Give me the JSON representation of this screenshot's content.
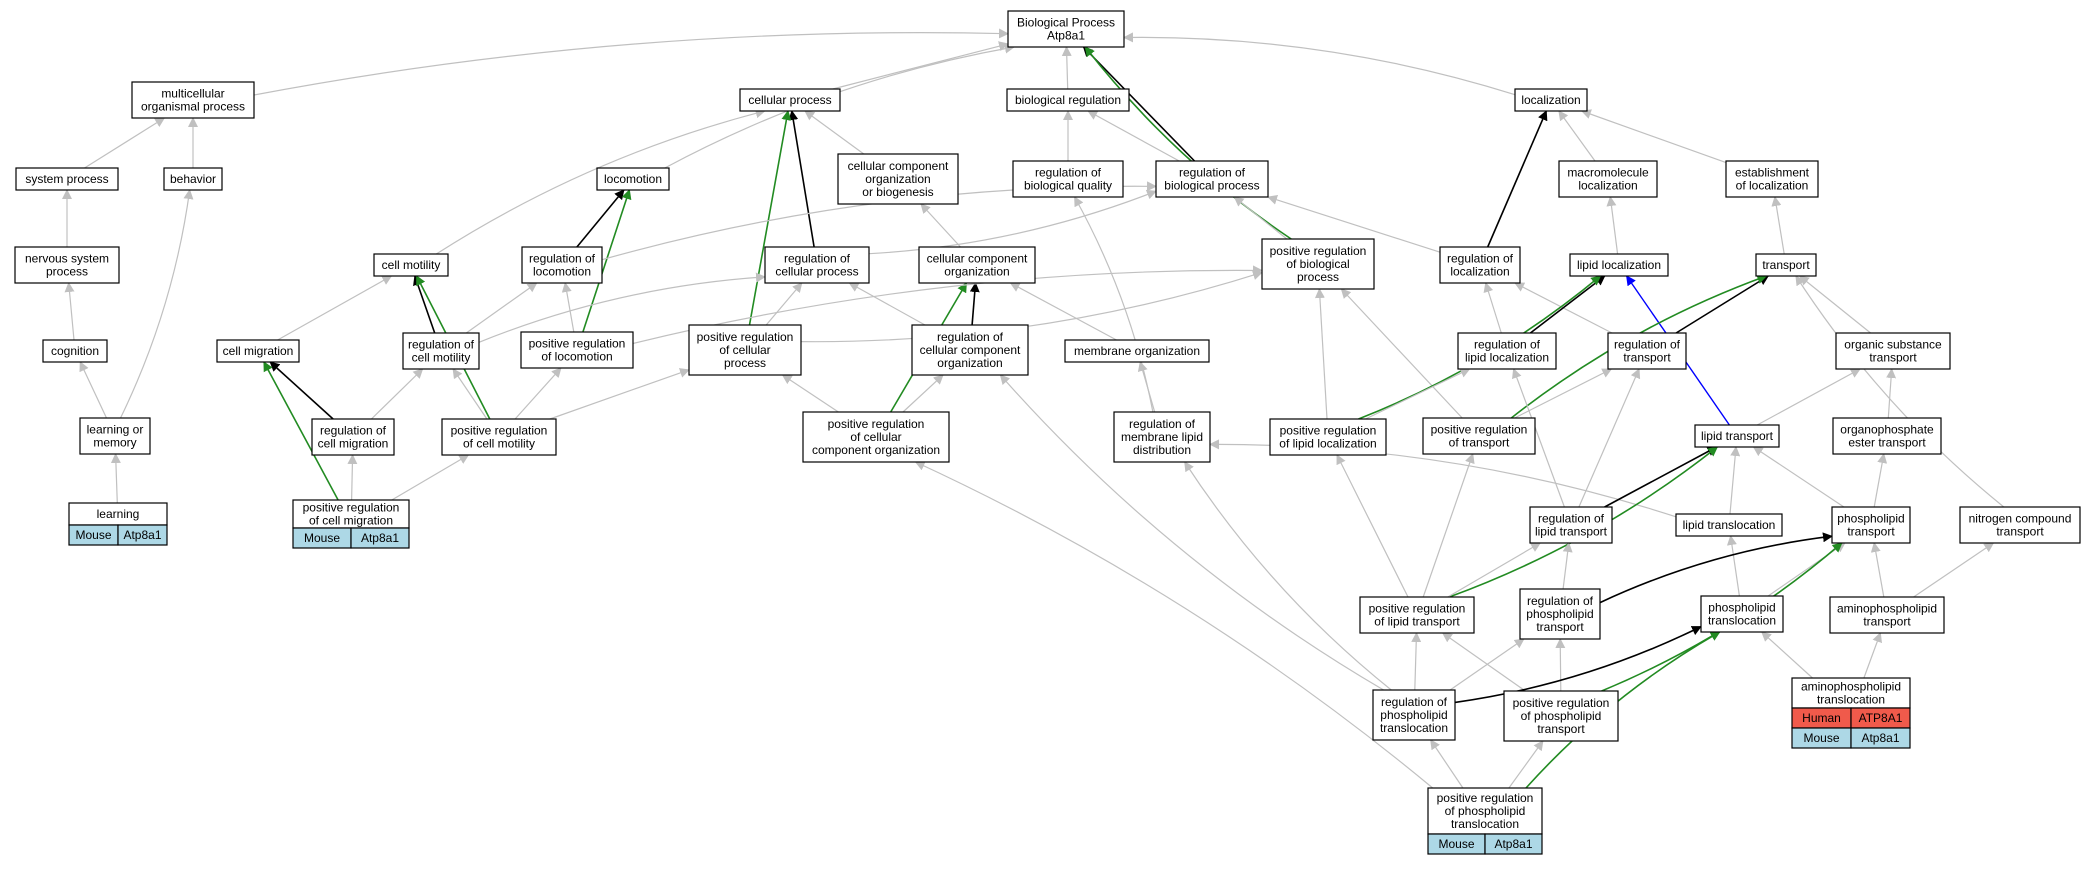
{
  "title": "Biological Process Atp8a1",
  "colors": {
    "gray_edge": "#c0c0c0",
    "black_edge": "#000000",
    "green_edge": "#228b22",
    "blue_edge": "#0000ff",
    "species_mouse": "#add8e6",
    "species_human": "#f05a4b",
    "node_border": "#000000",
    "node_fill": "#ffffff"
  },
  "nodes": [
    {
      "id": "root",
      "lines": [
        "Biological Process",
        "Atp8a1"
      ]
    },
    {
      "id": "multicellular",
      "lines": [
        "multicellular",
        "organismal process"
      ]
    },
    {
      "id": "cellular_process",
      "lines": [
        "cellular process"
      ]
    },
    {
      "id": "biological_regulation",
      "lines": [
        "biological regulation"
      ]
    },
    {
      "id": "localization",
      "lines": [
        "localization"
      ]
    },
    {
      "id": "system_process",
      "lines": [
        "system process"
      ]
    },
    {
      "id": "behavior",
      "lines": [
        "behavior"
      ]
    },
    {
      "id": "locomotion",
      "lines": [
        "locomotion"
      ]
    },
    {
      "id": "cc_org_biogenesis",
      "lines": [
        "cellular component",
        "organization",
        "or biogenesis"
      ]
    },
    {
      "id": "reg_bio_quality",
      "lines": [
        "regulation of",
        "biological quality"
      ]
    },
    {
      "id": "reg_bio_process",
      "lines": [
        "regulation of",
        "biological process"
      ]
    },
    {
      "id": "macromolecule_loc",
      "lines": [
        "macromolecule",
        "localization"
      ]
    },
    {
      "id": "establishment_loc",
      "lines": [
        "establishment",
        "of localization"
      ]
    },
    {
      "id": "nervous_system",
      "lines": [
        "nervous system",
        "process"
      ]
    },
    {
      "id": "cell_motility",
      "lines": [
        "cell motility"
      ]
    },
    {
      "id": "reg_locomotion",
      "lines": [
        "regulation of",
        "locomotion"
      ]
    },
    {
      "id": "reg_cellular_process",
      "lines": [
        "regulation of",
        "cellular process"
      ]
    },
    {
      "id": "cc_organization",
      "lines": [
        "cellular component",
        "organization"
      ]
    },
    {
      "id": "pos_reg_bio_process",
      "lines": [
        "positive regulation",
        "of biological",
        "process"
      ]
    },
    {
      "id": "reg_localization",
      "lines": [
        "regulation of",
        "localization"
      ]
    },
    {
      "id": "lipid_localization",
      "lines": [
        "lipid localization"
      ]
    },
    {
      "id": "transport",
      "lines": [
        "transport"
      ]
    },
    {
      "id": "cognition",
      "lines": [
        "cognition"
      ]
    },
    {
      "id": "cell_migration",
      "lines": [
        "cell migration"
      ]
    },
    {
      "id": "reg_cell_motility",
      "lines": [
        "regulation of",
        "cell motility"
      ]
    },
    {
      "id": "pos_reg_locomotion",
      "lines": [
        "positive regulation",
        "of locomotion"
      ]
    },
    {
      "id": "pos_reg_cellular_process",
      "lines": [
        "positive regulation",
        "of cellular",
        "process"
      ]
    },
    {
      "id": "reg_cc_organization",
      "lines": [
        "regulation of",
        "cellular component",
        "organization"
      ]
    },
    {
      "id": "membrane_organization",
      "lines": [
        "membrane organization"
      ]
    },
    {
      "id": "reg_lipid_localization",
      "lines": [
        "regulation of",
        "lipid localization"
      ]
    },
    {
      "id": "reg_transport",
      "lines": [
        "regulation of",
        "transport"
      ]
    },
    {
      "id": "organic_substance_transport",
      "lines": [
        "organic substance",
        "transport"
      ]
    },
    {
      "id": "learning_memory",
      "lines": [
        "learning or",
        "memory"
      ]
    },
    {
      "id": "reg_cell_migration",
      "lines": [
        "regulation of",
        "cell migration"
      ]
    },
    {
      "id": "pos_reg_cell_motility",
      "lines": [
        "positive regulation",
        "of cell motility"
      ]
    },
    {
      "id": "pos_reg_cc_organization",
      "lines": [
        "positive regulation",
        "of cellular",
        "component organization"
      ]
    },
    {
      "id": "reg_membrane_lipid_dist",
      "lines": [
        "regulation of",
        "membrane lipid",
        "distribution"
      ]
    },
    {
      "id": "pos_reg_lipid_localization",
      "lines": [
        "positive regulation",
        "of lipid localization"
      ]
    },
    {
      "id": "pos_reg_transport",
      "lines": [
        "positive regulation",
        "of transport"
      ]
    },
    {
      "id": "lipid_transport",
      "lines": [
        "lipid transport"
      ]
    },
    {
      "id": "organophosphate_transport",
      "lines": [
        "organophosphate",
        "ester transport"
      ]
    },
    {
      "id": "learning",
      "lines": [
        "learning"
      ],
      "species": [
        {
          "species": "Mouse",
          "gene": "Atp8a1",
          "color": "mouse"
        }
      ]
    },
    {
      "id": "pos_reg_cell_migration",
      "lines": [
        "positive regulation",
        "of cell migration"
      ],
      "species": [
        {
          "species": "Mouse",
          "gene": "Atp8a1",
          "color": "mouse"
        }
      ]
    },
    {
      "id": "reg_lipid_transport",
      "lines": [
        "regulation of",
        "lipid transport"
      ]
    },
    {
      "id": "lipid_translocation",
      "lines": [
        "lipid translocation"
      ]
    },
    {
      "id": "phospholipid_transport",
      "lines": [
        "phospholipid",
        "transport"
      ]
    },
    {
      "id": "nitrogen_compound_transport",
      "lines": [
        "nitrogen compound",
        "transport"
      ]
    },
    {
      "id": "pos_reg_lipid_transport",
      "lines": [
        "positive regulation",
        "of lipid transport"
      ]
    },
    {
      "id": "reg_phospholipid_transport",
      "lines": [
        "regulation of",
        "phospholipid",
        "transport"
      ]
    },
    {
      "id": "phospholipid_translocation",
      "lines": [
        "phospholipid",
        "translocation"
      ]
    },
    {
      "id": "aminophospholipid_transport",
      "lines": [
        "aminophospholipid",
        "transport"
      ]
    },
    {
      "id": "reg_phospholipid_translocation",
      "lines": [
        "regulation of",
        "phospholipid",
        "translocation"
      ]
    },
    {
      "id": "pos_reg_phospholipid_transport",
      "lines": [
        "positive regulation",
        "of phospholipid",
        "transport"
      ]
    },
    {
      "id": "aminophospholipid_translocation",
      "lines": [
        "aminophospholipid",
        "translocation"
      ],
      "species": [
        {
          "species": "Human",
          "gene": "ATP8A1",
          "color": "human"
        },
        {
          "species": "Mouse",
          "gene": "Atp8a1",
          "color": "mouse"
        }
      ]
    },
    {
      "id": "pos_reg_phospholipid_translocation",
      "lines": [
        "positive regulation",
        "of phospholipid",
        "translocation"
      ],
      "species": [
        {
          "species": "Mouse",
          "gene": "Atp8a1",
          "color": "mouse"
        }
      ]
    }
  ],
  "edges": [
    {
      "from": "multicellular",
      "to": "root",
      "type": "is_a"
    },
    {
      "from": "cellular_process",
      "to": "root",
      "type": "is_a"
    },
    {
      "from": "biological_regulation",
      "to": "root",
      "type": "is_a"
    },
    {
      "from": "localization",
      "to": "root",
      "type": "is_a"
    },
    {
      "from": "locomotion",
      "to": "root",
      "type": "is_a"
    },
    {
      "from": "reg_bio_process",
      "to": "root",
      "type": "regulates"
    },
    {
      "from": "pos_reg_bio_process",
      "to": "root",
      "type": "positively_regulates"
    },
    {
      "from": "system_process",
      "to": "multicellular",
      "type": "is_a"
    },
    {
      "from": "behavior",
      "to": "multicellular",
      "type": "is_a"
    },
    {
      "from": "cc_org_biogenesis",
      "to": "cellular_process",
      "type": "is_a"
    },
    {
      "from": "cell_motility",
      "to": "cellular_process",
      "type": "is_a"
    },
    {
      "from": "reg_cellular_process",
      "to": "cellular_process",
      "type": "regulates"
    },
    {
      "from": "pos_reg_cellular_process",
      "to": "cellular_process",
      "type": "positively_regulates"
    },
    {
      "from": "reg_bio_quality",
      "to": "biological_regulation",
      "type": "is_a"
    },
    {
      "from": "reg_bio_process",
      "to": "biological_regulation",
      "type": "is_a"
    },
    {
      "from": "macromolecule_loc",
      "to": "localization",
      "type": "is_a"
    },
    {
      "from": "establishment_loc",
      "to": "localization",
      "type": "is_a"
    },
    {
      "from": "reg_localization",
      "to": "localization",
      "type": "regulates"
    },
    {
      "from": "nervous_system",
      "to": "system_process",
      "type": "is_a"
    },
    {
      "from": "learning_memory",
      "to": "behavior",
      "type": "is_a"
    },
    {
      "from": "reg_locomotion",
      "to": "locomotion",
      "type": "regulates"
    },
    {
      "from": "pos_reg_locomotion",
      "to": "locomotion",
      "type": "positively_regulates"
    },
    {
      "from": "cc_organization",
      "to": "cc_org_biogenesis",
      "type": "is_a"
    },
    {
      "from": "reg_membrane_lipid_dist",
      "to": "reg_bio_quality",
      "type": "is_a"
    },
    {
      "from": "reg_locomotion",
      "to": "reg_bio_process",
      "type": "is_a"
    },
    {
      "from": "reg_cellular_process",
      "to": "reg_bio_process",
      "type": "is_a"
    },
    {
      "from": "pos_reg_bio_process",
      "to": "reg_bio_process",
      "type": "is_a"
    },
    {
      "from": "reg_localization",
      "to": "reg_bio_process",
      "type": "is_a"
    },
    {
      "from": "lipid_localization",
      "to": "macromolecule_loc",
      "type": "is_a"
    },
    {
      "from": "transport",
      "to": "establishment_loc",
      "type": "is_a"
    },
    {
      "from": "cognition",
      "to": "nervous_system",
      "type": "is_a"
    },
    {
      "from": "cell_migration",
      "to": "cell_motility",
      "type": "is_a"
    },
    {
      "from": "reg_cell_motility",
      "to": "cell_motility",
      "type": "regulates"
    },
    {
      "from": "pos_reg_cell_motility",
      "to": "cell_motility",
      "type": "positively_regulates"
    },
    {
      "from": "reg_cell_motility",
      "to": "reg_locomotion",
      "type": "is_a"
    },
    {
      "from": "pos_reg_locomotion",
      "to": "reg_locomotion",
      "type": "is_a"
    },
    {
      "from": "pos_reg_cellular_process",
      "to": "reg_cellular_process",
      "type": "is_a"
    },
    {
      "from": "reg_cc_organization",
      "to": "reg_cellular_process",
      "type": "is_a"
    },
    {
      "from": "reg_cell_motility",
      "to": "reg_cellular_process",
      "type": "is_a"
    },
    {
      "from": "reg_cc_organization",
      "to": "cc_organization",
      "type": "regulates"
    },
    {
      "from": "membrane_organization",
      "to": "cc_organization",
      "type": "is_a"
    },
    {
      "from": "pos_reg_cc_organization",
      "to": "cc_organization",
      "type": "positively_regulates"
    },
    {
      "from": "pos_reg_locomotion",
      "to": "pos_reg_bio_process",
      "type": "is_a"
    },
    {
      "from": "pos_reg_cellular_process",
      "to": "pos_reg_bio_process",
      "type": "is_a"
    },
    {
      "from": "pos_reg_lipid_localization",
      "to": "pos_reg_bio_process",
      "type": "is_a"
    },
    {
      "from": "pos_reg_transport",
      "to": "pos_reg_bio_process",
      "type": "is_a"
    },
    {
      "from": "reg_lipid_localization",
      "to": "reg_localization",
      "type": "is_a"
    },
    {
      "from": "reg_transport",
      "to": "reg_localization",
      "type": "is_a"
    },
    {
      "from": "reg_lipid_localization",
      "to": "lipid_localization",
      "type": "regulates"
    },
    {
      "from": "pos_reg_lipid_localization",
      "to": "lipid_localization",
      "type": "positively_regulates"
    },
    {
      "from": "lipid_transport",
      "to": "lipid_localization",
      "type": "part_of"
    },
    {
      "from": "reg_transport",
      "to": "transport",
      "type": "regulates"
    },
    {
      "from": "pos_reg_transport",
      "to": "transport",
      "type": "positively_regulates"
    },
    {
      "from": "organic_substance_transport",
      "to": "transport",
      "type": "is_a"
    },
    {
      "from": "nitrogen_compound_transport",
      "to": "transport",
      "type": "is_a"
    },
    {
      "from": "learning_memory",
      "to": "cognition",
      "type": "is_a"
    },
    {
      "from": "reg_cell_migration",
      "to": "cell_migration",
      "type": "regulates"
    },
    {
      "from": "pos_reg_cell_migration",
      "to": "cell_migration",
      "type": "positively_regulates"
    },
    {
      "from": "reg_cell_migration",
      "to": "reg_cell_motility",
      "type": "is_a"
    },
    {
      "from": "pos_reg_cell_motility",
      "to": "reg_cell_motility",
      "type": "is_a"
    },
    {
      "from": "pos_reg_cell_motility",
      "to": "pos_reg_locomotion",
      "type": "is_a"
    },
    {
      "from": "pos_reg_cell_motility",
      "to": "pos_reg_cellular_process",
      "type": "is_a"
    },
    {
      "from": "pos_reg_cc_organization",
      "to": "pos_reg_cellular_process",
      "type": "is_a"
    },
    {
      "from": "pos_reg_cc_organization",
      "to": "reg_cc_organization",
      "type": "is_a"
    },
    {
      "from": "reg_phospholipid_translocation",
      "to": "reg_cc_organization",
      "type": "is_a"
    },
    {
      "from": "reg_membrane_lipid_dist",
      "to": "membrane_organization",
      "type": "is_a"
    },
    {
      "from": "pos_reg_lipid_localization",
      "to": "reg_lipid_localization",
      "type": "is_a"
    },
    {
      "from": "reg_lipid_transport",
      "to": "reg_lipid_localization",
      "type": "is_a"
    },
    {
      "from": "pos_reg_transport",
      "to": "reg_transport",
      "type": "is_a"
    },
    {
      "from": "reg_lipid_transport",
      "to": "reg_transport",
      "type": "is_a"
    },
    {
      "from": "lipid_transport",
      "to": "organic_substance_transport",
      "type": "is_a"
    },
    {
      "from": "organophosphate_transport",
      "to": "organic_substance_transport",
      "type": "is_a"
    },
    {
      "from": "learning",
      "to": "learning_memory",
      "type": "is_a"
    },
    {
      "from": "pos_reg_cell_migration",
      "to": "reg_cell_migration",
      "type": "is_a"
    },
    {
      "from": "pos_reg_cell_migration",
      "to": "pos_reg_cell_motility",
      "type": "is_a"
    },
    {
      "from": "pos_reg_phospholipid_translocation",
      "to": "pos_reg_cc_organization",
      "type": "is_a"
    },
    {
      "from": "reg_phospholipid_translocation",
      "to": "reg_membrane_lipid_dist",
      "type": "is_a"
    },
    {
      "from": "lipid_translocation",
      "to": "reg_membrane_lipid_dist",
      "type": "is_a"
    },
    {
      "from": "pos_reg_lipid_transport",
      "to": "pos_reg_lipid_localization",
      "type": "is_a"
    },
    {
      "from": "pos_reg_lipid_transport",
      "to": "pos_reg_transport",
      "type": "is_a"
    },
    {
      "from": "reg_lipid_transport",
      "to": "lipid_transport",
      "type": "regulates"
    },
    {
      "from": "pos_reg_lipid_transport",
      "to": "lipid_transport",
      "type": "positively_regulates"
    },
    {
      "from": "lipid_translocation",
      "to": "lipid_transport",
      "type": "is_a"
    },
    {
      "from": "phospholipid_transport",
      "to": "lipid_transport",
      "type": "is_a"
    },
    {
      "from": "phospholipid_transport",
      "to": "organophosphate_transport",
      "type": "is_a"
    },
    {
      "from": "pos_reg_lipid_transport",
      "to": "reg_lipid_transport",
      "type": "is_a"
    },
    {
      "from": "reg_phospholipid_transport",
      "to": "reg_lipid_transport",
      "type": "is_a"
    },
    {
      "from": "phospholipid_translocation",
      "to": "lipid_translocation",
      "type": "is_a"
    },
    {
      "from": "phospholipid_translocation",
      "to": "phospholipid_transport",
      "type": "is_a"
    },
    {
      "from": "aminophospholipid_transport",
      "to": "phospholipid_transport",
      "type": "is_a"
    },
    {
      "from": "reg_phospholipid_transport",
      "to": "phospholipid_transport",
      "type": "regulates"
    },
    {
      "from": "pos_reg_phospholipid_transport",
      "to": "phospholipid_transport",
      "type": "positively_regulates"
    },
    {
      "from": "aminophospholipid_transport",
      "to": "nitrogen_compound_transport",
      "type": "is_a"
    },
    {
      "from": "pos_reg_phospholipid_transport",
      "to": "pos_reg_lipid_transport",
      "type": "is_a"
    },
    {
      "from": "pos_reg_phospholipid_transport",
      "to": "reg_phospholipid_transport",
      "type": "is_a"
    },
    {
      "from": "reg_phospholipid_translocation",
      "to": "reg_phospholipid_transport",
      "type": "is_a"
    },
    {
      "from": "reg_phospholipid_translocation",
      "to": "pos_reg_lipid_transport",
      "type": "is_a"
    },
    {
      "from": "reg_phospholipid_translocation",
      "to": "phospholipid_translocation",
      "type": "regulates"
    },
    {
      "from": "aminophospholipid_translocation",
      "to": "phospholipid_translocation",
      "type": "is_a"
    },
    {
      "from": "aminophospholipid_translocation",
      "to": "aminophospholipid_transport",
      "type": "is_a"
    },
    {
      "from": "pos_reg_phospholipid_translocation",
      "to": "reg_phospholipid_translocation",
      "type": "is_a"
    },
    {
      "from": "pos_reg_phospholipid_translocation",
      "to": "pos_reg_phospholipid_transport",
      "type": "is_a"
    },
    {
      "from": "pos_reg_phospholipid_translocation",
      "to": "phospholipid_translocation",
      "type": "positively_regulates"
    }
  ]
}
